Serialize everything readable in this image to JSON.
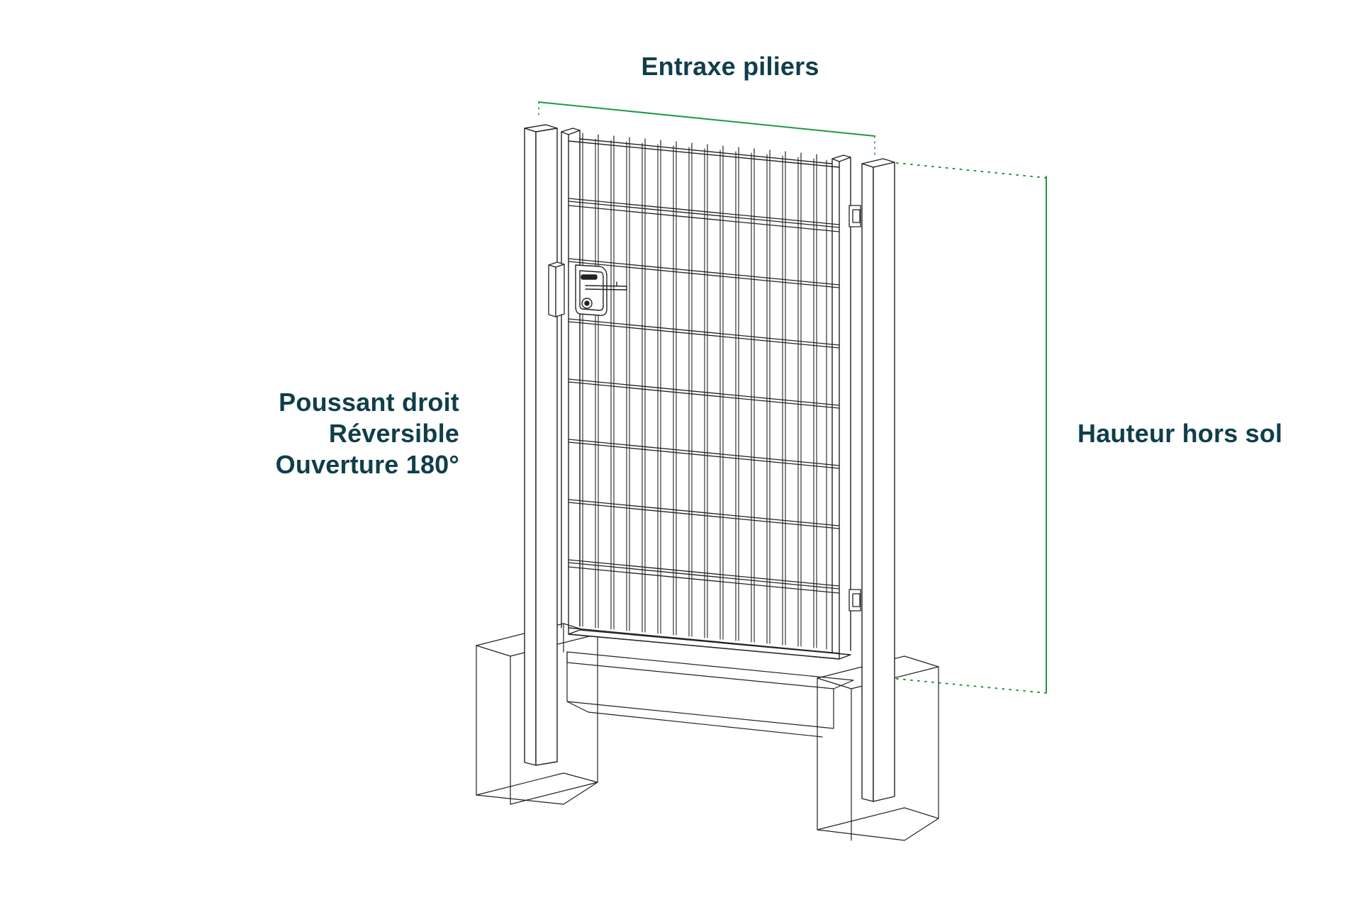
{
  "labels": {
    "width": "Entraxe piliers",
    "opening": [
      "Poussant droit",
      "Réversible",
      "Ouverture 180°"
    ],
    "height": "Hauteur hors sol"
  },
  "colors": {
    "text": "#0f3e4a",
    "dimension": "#1f9a3f",
    "line": "#222222"
  }
}
